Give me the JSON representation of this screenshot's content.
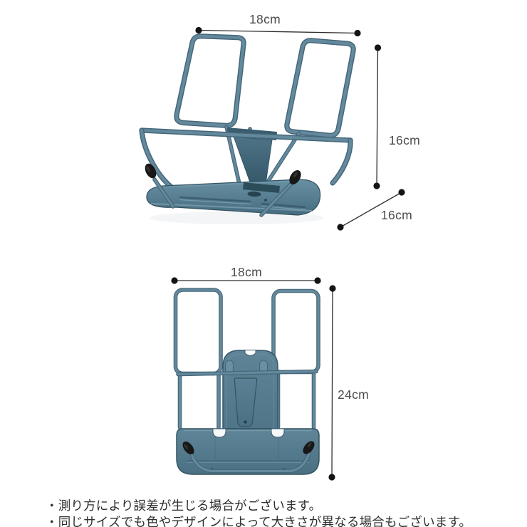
{
  "product_views": {
    "perspective": {
      "width_label": "18cm",
      "height_label": "16cm",
      "depth_label": "16cm"
    },
    "front": {
      "width_label": "18cm",
      "height_label": "24cm"
    }
  },
  "notes": {
    "line1": "・測り方により誤差が生じる場合がございます。",
    "line2": "・同じサイズでも色やデザインによって大きさが異なる場合もございます。"
  },
  "colors": {
    "background": "#ffffff",
    "stand_wire": "#64899c",
    "stand_wire_shadow": "#45677a",
    "stand_plate": "#54788c",
    "stand_plate_dark": "#33545f",
    "rubber_cap": "#181818",
    "dimension_line": "#2d2d2d",
    "dimension_text": "#4b4b4b",
    "note_text": "#2e2e2e"
  }
}
